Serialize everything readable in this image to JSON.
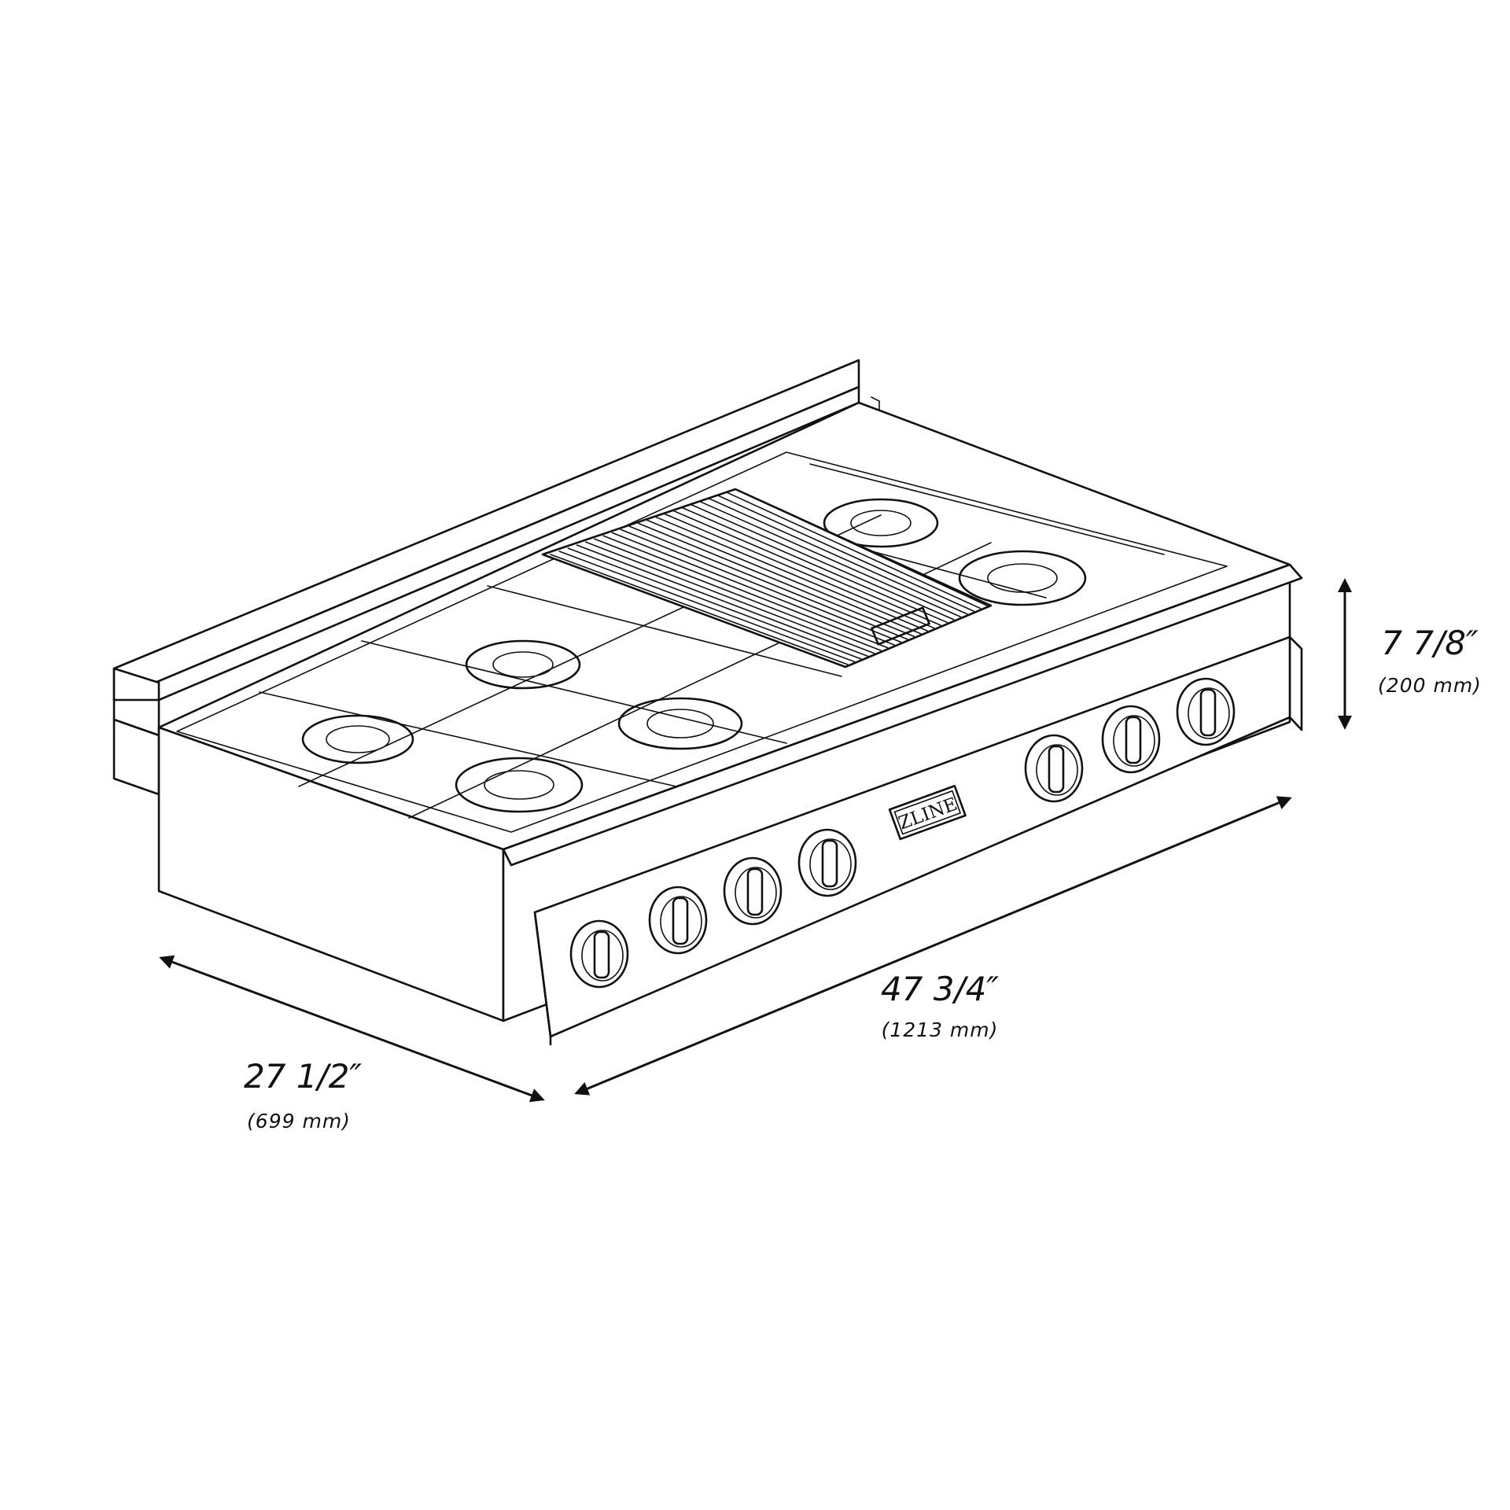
{
  "product": {
    "brand_logo": "ZLINE"
  },
  "dimensions": {
    "width": {
      "imperial": "47 3/4″",
      "metric": "(1213 mm)"
    },
    "depth": {
      "imperial": "27 1/2″",
      "metric": "(699 mm)"
    },
    "height": {
      "imperial": "7 7/8″",
      "metric": "(200 mm)"
    }
  },
  "style": {
    "line_color": "#111111",
    "background": "#ffffff"
  }
}
